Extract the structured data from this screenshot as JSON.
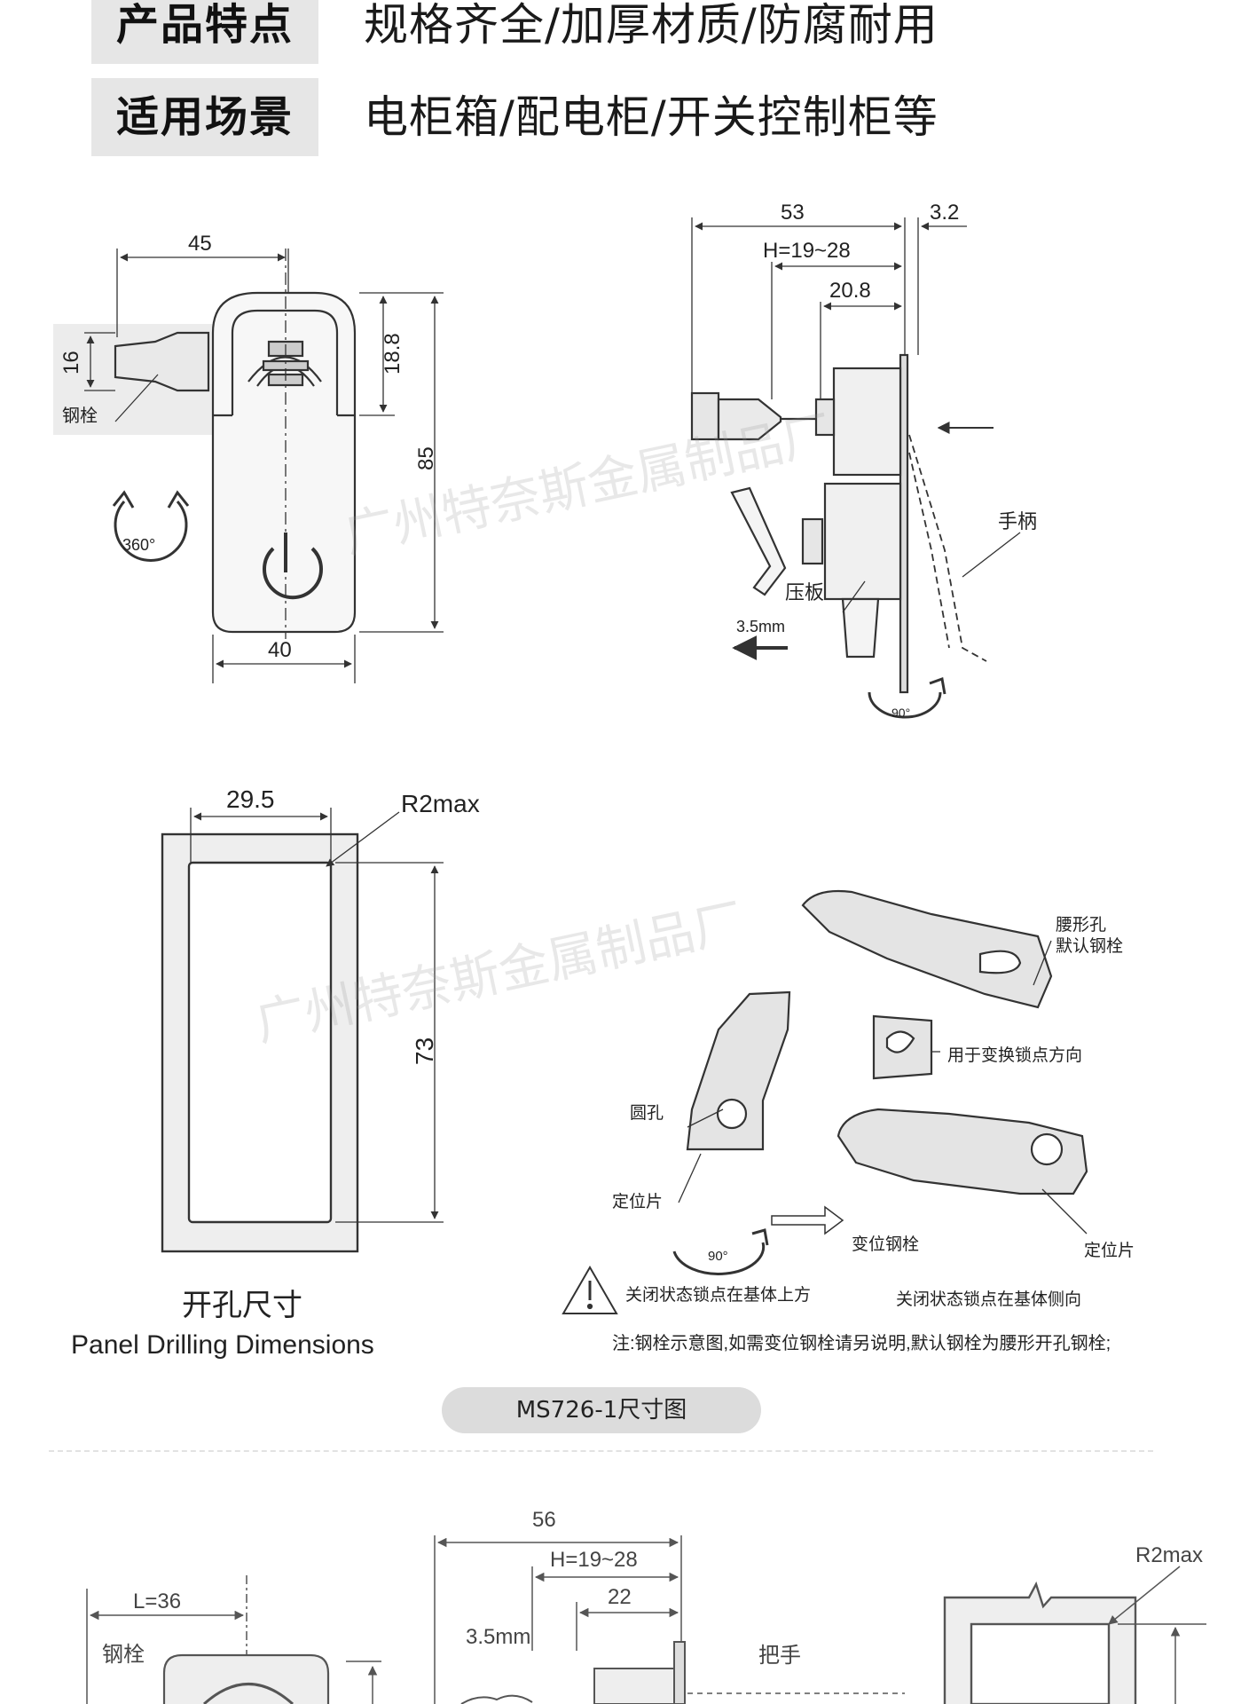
{
  "features": [
    {
      "label": "产品特点",
      "value": "规格齐全/加厚材质/防腐耐用"
    },
    {
      "label": "适用场景",
      "value": "电柜箱/配电柜/开关控制柜等"
    }
  ],
  "front_view": {
    "dim_width_top": "45",
    "dim_width_bottom": "40",
    "dim_height": "85",
    "dim_head": "18.8",
    "dim_bolt": "16",
    "bolt_label": "钢栓",
    "rotation_label": "360°"
  },
  "side_view": {
    "dim_total": "53",
    "dim_flange": "3.2",
    "dim_range": "H=19~28",
    "dim_body": "20.8",
    "handle_label": "手柄",
    "plate_label": "压板",
    "offset_label": "3.5mm",
    "rotation_label": "90°"
  },
  "cutout": {
    "dim_width": "29.5",
    "dim_radius": "R2max",
    "dim_height": "73",
    "title_cn": "开孔尺寸",
    "title_en": "Panel Drilling Dimensions"
  },
  "parts": {
    "slot_label_1": "腰形孔",
    "slot_label_2": "默认钢栓",
    "shim_label": "用于变换锁点方向",
    "hole_label": "圆孔",
    "locator_label_left": "定位片",
    "locator_label_right": "定位片",
    "shift_label": "变位钢栓",
    "rotation_label": "90°",
    "status_left": "关闭状态锁点在基体上方",
    "status_right": "关闭状态锁点在基体侧向",
    "note": "注:钢栓示意图,如需变位钢栓请另说明,默认钢栓为腰形开孔钢栓;"
  },
  "caption": "MS726-1尺寸图",
  "second_drawing": {
    "dim_L": "L=36",
    "bolt_label": "钢栓",
    "dim_total": "56",
    "dim_range": "H=19~28",
    "dim_body": "22",
    "offset_label": "3.5mm",
    "handle_label": "把手",
    "dim_radius": "R2max"
  },
  "watermark": "广州特奈斯金属制品厂"
}
